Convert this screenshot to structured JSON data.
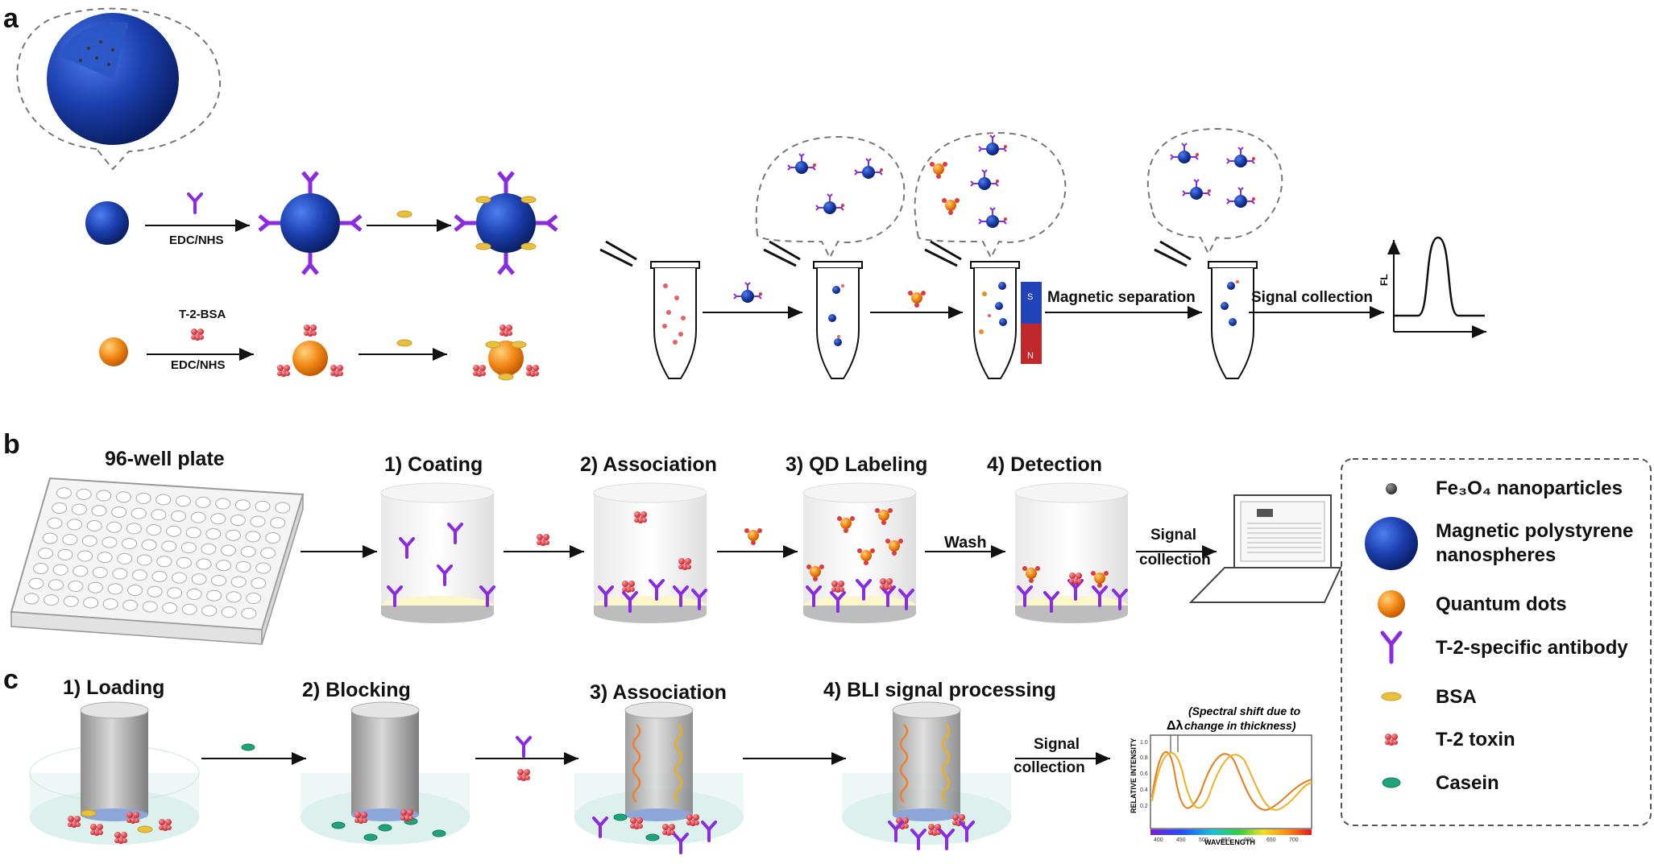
{
  "panels": {
    "a": {
      "letter": "a",
      "reagent1_label": "EDC/NHS",
      "reagent2_top": "T-2-BSA",
      "reagent2_bottom": "EDC/NHS",
      "magnet_s": "S",
      "magnet_n": "N",
      "magnetic_separation": "Magnetic separation",
      "signal_collection": "Signal collection",
      "fl_axis": "FL"
    },
    "b": {
      "letter": "b",
      "plate_title": "96-well plate",
      "step1": "1) Coating",
      "step2": "2) Association",
      "step3": "3) QD Labeling",
      "step4": "4) Detection",
      "wash": "Wash",
      "signal_line1": "Signal",
      "signal_line2": "collection"
    },
    "c": {
      "letter": "c",
      "step1": "1) Loading",
      "step2": "2) Blocking",
      "step3": "3) Association",
      "step4": "4) BLI signal processing",
      "signal_line1": "Signal",
      "signal_line2": "collection",
      "spectrum_note_line1": "(Spectral shift due to",
      "spectrum_note_line2": "change in thickness)",
      "delta": "Δλ",
      "ylabel": "RELATIVE  INTENSITY",
      "xlabel": "WAVELENGTH",
      "yticks": [
        "1.0",
        "0.8",
        "0.6",
        "0.4",
        "0.2"
      ],
      "xticks": [
        "400",
        "450",
        "500",
        "550",
        "600",
        "650",
        "700"
      ]
    }
  },
  "legend": {
    "items": [
      {
        "label": "Fe₃O₄ nanoparticles",
        "icon": "fe3o4-dot-icon"
      },
      {
        "label_line1": "Magnetic polystyrene",
        "label_line2": "nanospheres",
        "icon": "blue-sphere-icon"
      },
      {
        "label": "Quantum dots",
        "icon": "orange-sphere-icon"
      },
      {
        "label": "T-2-specific antibody",
        "icon": "antibody-icon"
      },
      {
        "label": "BSA",
        "icon": "bsa-icon"
      },
      {
        "label": "T-2 toxin",
        "icon": "toxin-icon"
      },
      {
        "label": "Casein",
        "icon": "casein-icon"
      }
    ]
  },
  "colors": {
    "sphere_blue": "#1a3fa8",
    "qd_orange": "#f08a1c",
    "antibody": "#8a2be2",
    "bsa": "#e8c040",
    "toxin": "#e03a3a",
    "casein": "#1fa37a",
    "magnet_top": "#2244bb",
    "magnet_bottom": "#c0282c"
  }
}
